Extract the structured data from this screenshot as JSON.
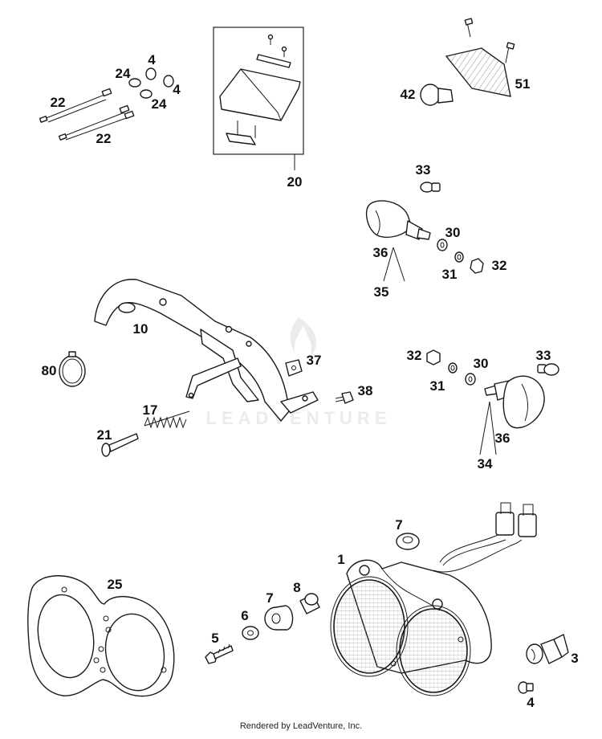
{
  "labels": {
    "l1": "1",
    "l3": "3",
    "l4a": "4",
    "l4b": "4",
    "l4c": "4",
    "l5": "5",
    "l6": "6",
    "l7a": "7",
    "l7b": "7",
    "l8": "8",
    "l10": "10",
    "l17": "17",
    "l20": "20",
    "l21": "21",
    "l22a": "22",
    "l22b": "22",
    "l24a": "24",
    "l24b": "24",
    "l25": "25",
    "l30a": "30",
    "l30b": "30",
    "l31a": "31",
    "l31b": "31",
    "l32a": "32",
    "l32b": "32",
    "l33a": "33",
    "l33b": "33",
    "l34": "34",
    "l35": "35",
    "l36a": "36",
    "l36b": "36",
    "l37": "37",
    "l38": "38",
    "l42": "42",
    "l51": "51",
    "l80": "80"
  },
  "watermark": "LEADVENTURE",
  "footer": "Rendered by LeadVenture, Inc."
}
